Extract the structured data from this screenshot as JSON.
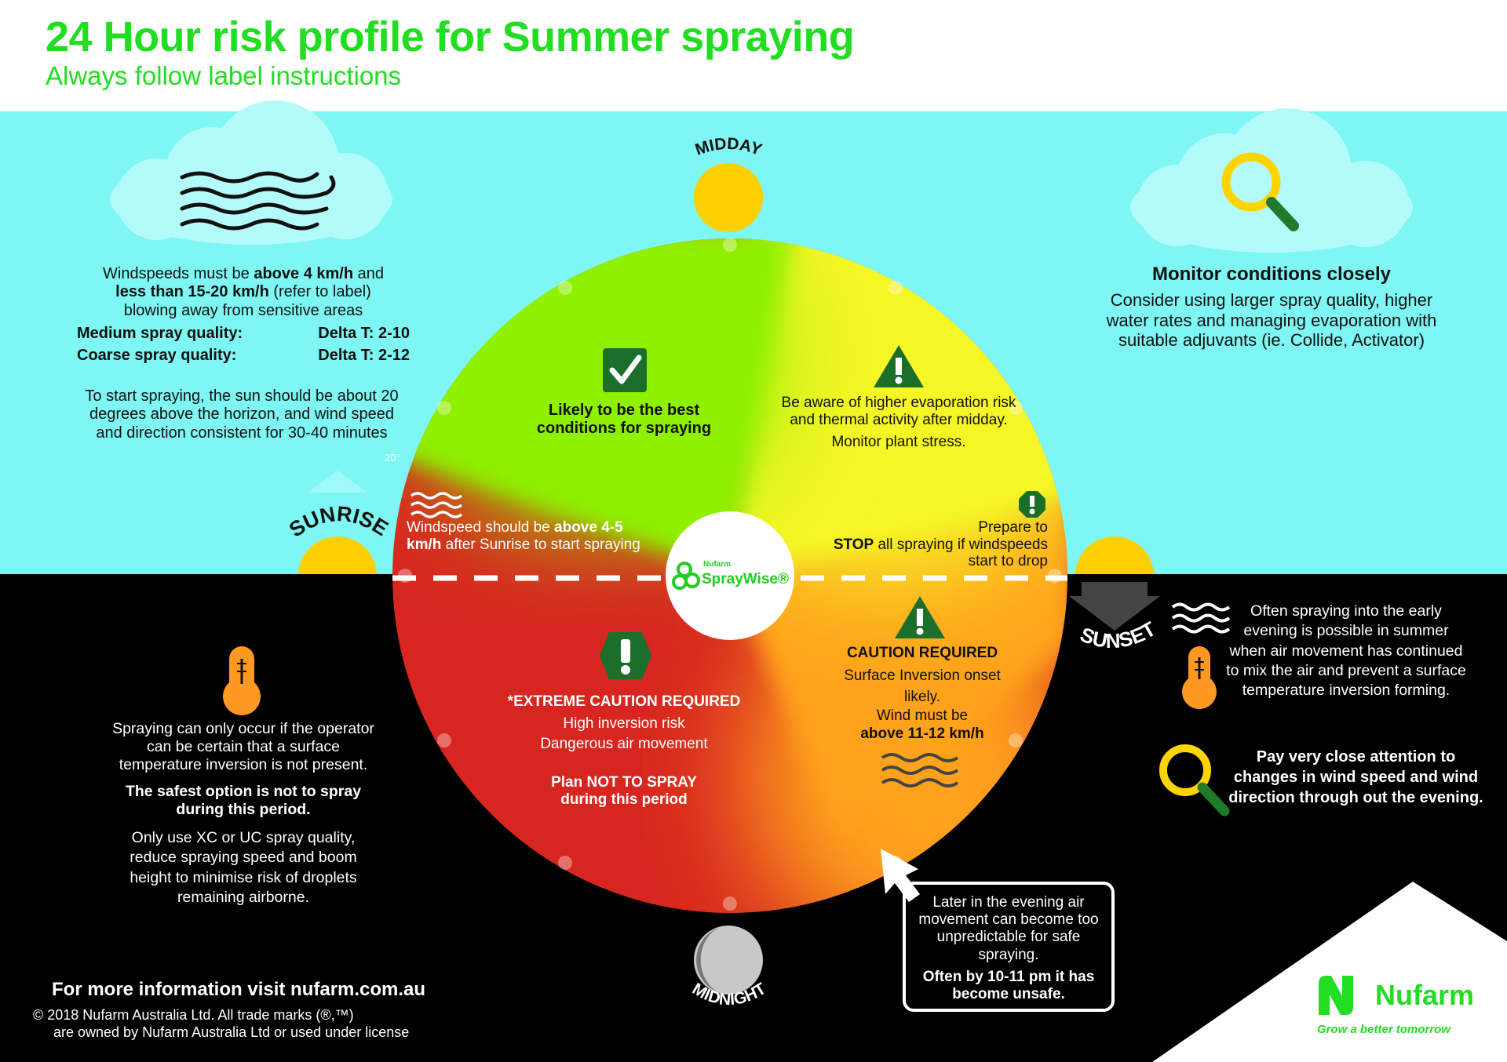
{
  "header": {
    "title": "24 Hour risk profile for Summer spraying",
    "subtitle": "Always follow label instructions"
  },
  "labels": {
    "midday": "MIDDAY",
    "sunrise": "SUNRISE",
    "sunset": "SUNSET",
    "midnight": "MIDNIGHT",
    "degrees": "20°"
  },
  "wind_info": {
    "line1_pre": "Windspeeds must be ",
    "line1_bold": "above 4 km/h",
    "line1_post": " and",
    "line2_bold": "less than 15-20 km/h",
    "line2_post": " (refer to label)",
    "line3": "blowing away from sensitive areas",
    "quality": [
      {
        "label": "Medium spray quality:",
        "value": "Delta T: 2-10"
      },
      {
        "label": "Coarse spray quality:",
        "value": "Delta T: 2-12"
      }
    ]
  },
  "sunrise_info": "To start spraying, the sun should be about 20 degrees above the horizon, and wind speed and direction consistent for 30-40 minutes",
  "monitor": {
    "title": "Monitor conditions closely",
    "body": "Consider using larger spray quality, higher water rates and managing evaporation with suitable adjuvants (ie. Collide, Activator)"
  },
  "segments": {
    "best": "Likely to be the best conditions for spraying",
    "aware": "Be aware of higher evaporation risk and thermal activity after midday.",
    "aware_2": "Monitor plant stress.",
    "wind_sunrise_pre": "Windspeed should be ",
    "wind_sunrise_bold": "above 4-5 km/h",
    "wind_sunrise_post": " after Sunrise to start spraying",
    "prepare_pre": "Prepare to",
    "prepare_bold": "STOP",
    "prepare_post": " all spraying if windspeeds start to drop",
    "extreme_title": "*EXTREME CAUTION REQUIRED",
    "extreme_line1": "High inversion risk",
    "extreme_line2": "Dangerous air movement",
    "extreme_plan": "Plan NOT TO SPRAY during this period",
    "caution_title": "CAUTION REQUIRED",
    "caution_line1": "Surface Inversion onset likely.",
    "caution_line2": "Wind must be",
    "caution_bold": "above 11-12 km/h"
  },
  "center_logo": {
    "small": "Nufarm",
    "name": "SprayWise®"
  },
  "inversion_info": {
    "p1": "Spraying can only occur if the operator can be certain that a surface temperature inversion is not present.",
    "p2": "The safest option is not to spray during this period.",
    "p3": "Only use XC or UC spray quality, reduce spraying speed and boom height to minimise risk of droplets remaining airborne."
  },
  "evening_info": "Often spraying into the early evening is possible in summer when air movement has continued to mix the air and prevent a surface temperature inversion forming.",
  "attention_info": "Pay very close attention to changes in wind speed and wind direction through out the evening.",
  "callout": {
    "body": "Later in the evening air movement can become too unpredictable for safe spraying.",
    "bold": "Often by 10-11 pm it has become unsafe."
  },
  "footer": {
    "more_info": "For more information visit nufarm.com.au",
    "copyright_1": "© 2018 Nufarm Australia Ltd. All trade marks (®,™)",
    "copyright_2": "are owned by Nufarm Australia Ltd or used under license"
  },
  "brand": {
    "name": "Nufarm",
    "tagline": "Grow a better tomorrow"
  },
  "colors": {
    "green": "#8ff000",
    "yellow": "#f6f626",
    "orange": "#ffa21f",
    "red": "#d72620",
    "sky": "#7ef6f3",
    "brand_green": "#22dd22",
    "sun": "#ffd000"
  },
  "icons": [
    "wind-icon",
    "magnifier-icon",
    "check-icon",
    "warning-icon",
    "thermometer-icon",
    "moon-icon",
    "sun-icon",
    "arrow-icon"
  ]
}
